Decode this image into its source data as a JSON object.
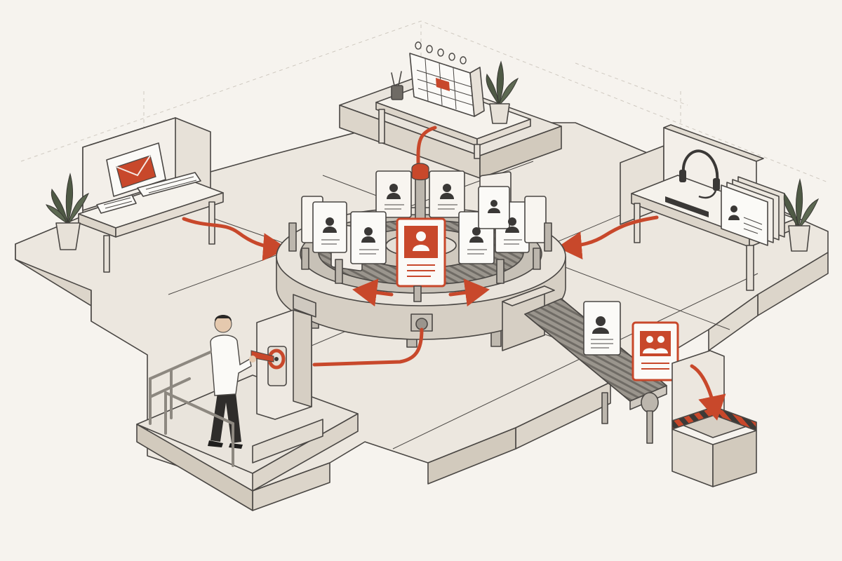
{
  "palette": {
    "accent": "#c8482b",
    "outline": "#4a4744",
    "floor": "#ece7df",
    "floor_side": "#dcd5ca",
    "surface": "#f5f2ec",
    "card": "#fbfaf7",
    "background": "#f6f3ee"
  },
  "icons": [
    "envelope-icon",
    "calendar-icon",
    "headset-icon",
    "person-icon",
    "group-icon",
    "key-icon",
    "plant-icon",
    "arrow-icon"
  ],
  "nodes": [
    {
      "id": "email-station",
      "icon": "envelope-icon"
    },
    {
      "id": "calendar-station",
      "icon": "calendar-icon"
    },
    {
      "id": "support-station",
      "icon": "headset-icon"
    },
    {
      "id": "profile-carousel",
      "icon": "person-icon"
    },
    {
      "id": "key-lock-station",
      "icon": "key-icon"
    },
    {
      "id": "merge-conveyor",
      "icon": "group-icon"
    },
    {
      "id": "discard-bin",
      "icon": "arrow-icon"
    }
  ],
  "edges": [
    {
      "from": "email-station",
      "to": "profile-carousel"
    },
    {
      "from": "calendar-station",
      "to": "profile-carousel"
    },
    {
      "from": "support-station",
      "to": "profile-carousel"
    },
    {
      "from": "profile-carousel",
      "to": "key-lock-station"
    },
    {
      "from": "profile-carousel",
      "to": "merge-conveyor"
    },
    {
      "from": "merge-conveyor",
      "to": "discard-bin"
    }
  ]
}
